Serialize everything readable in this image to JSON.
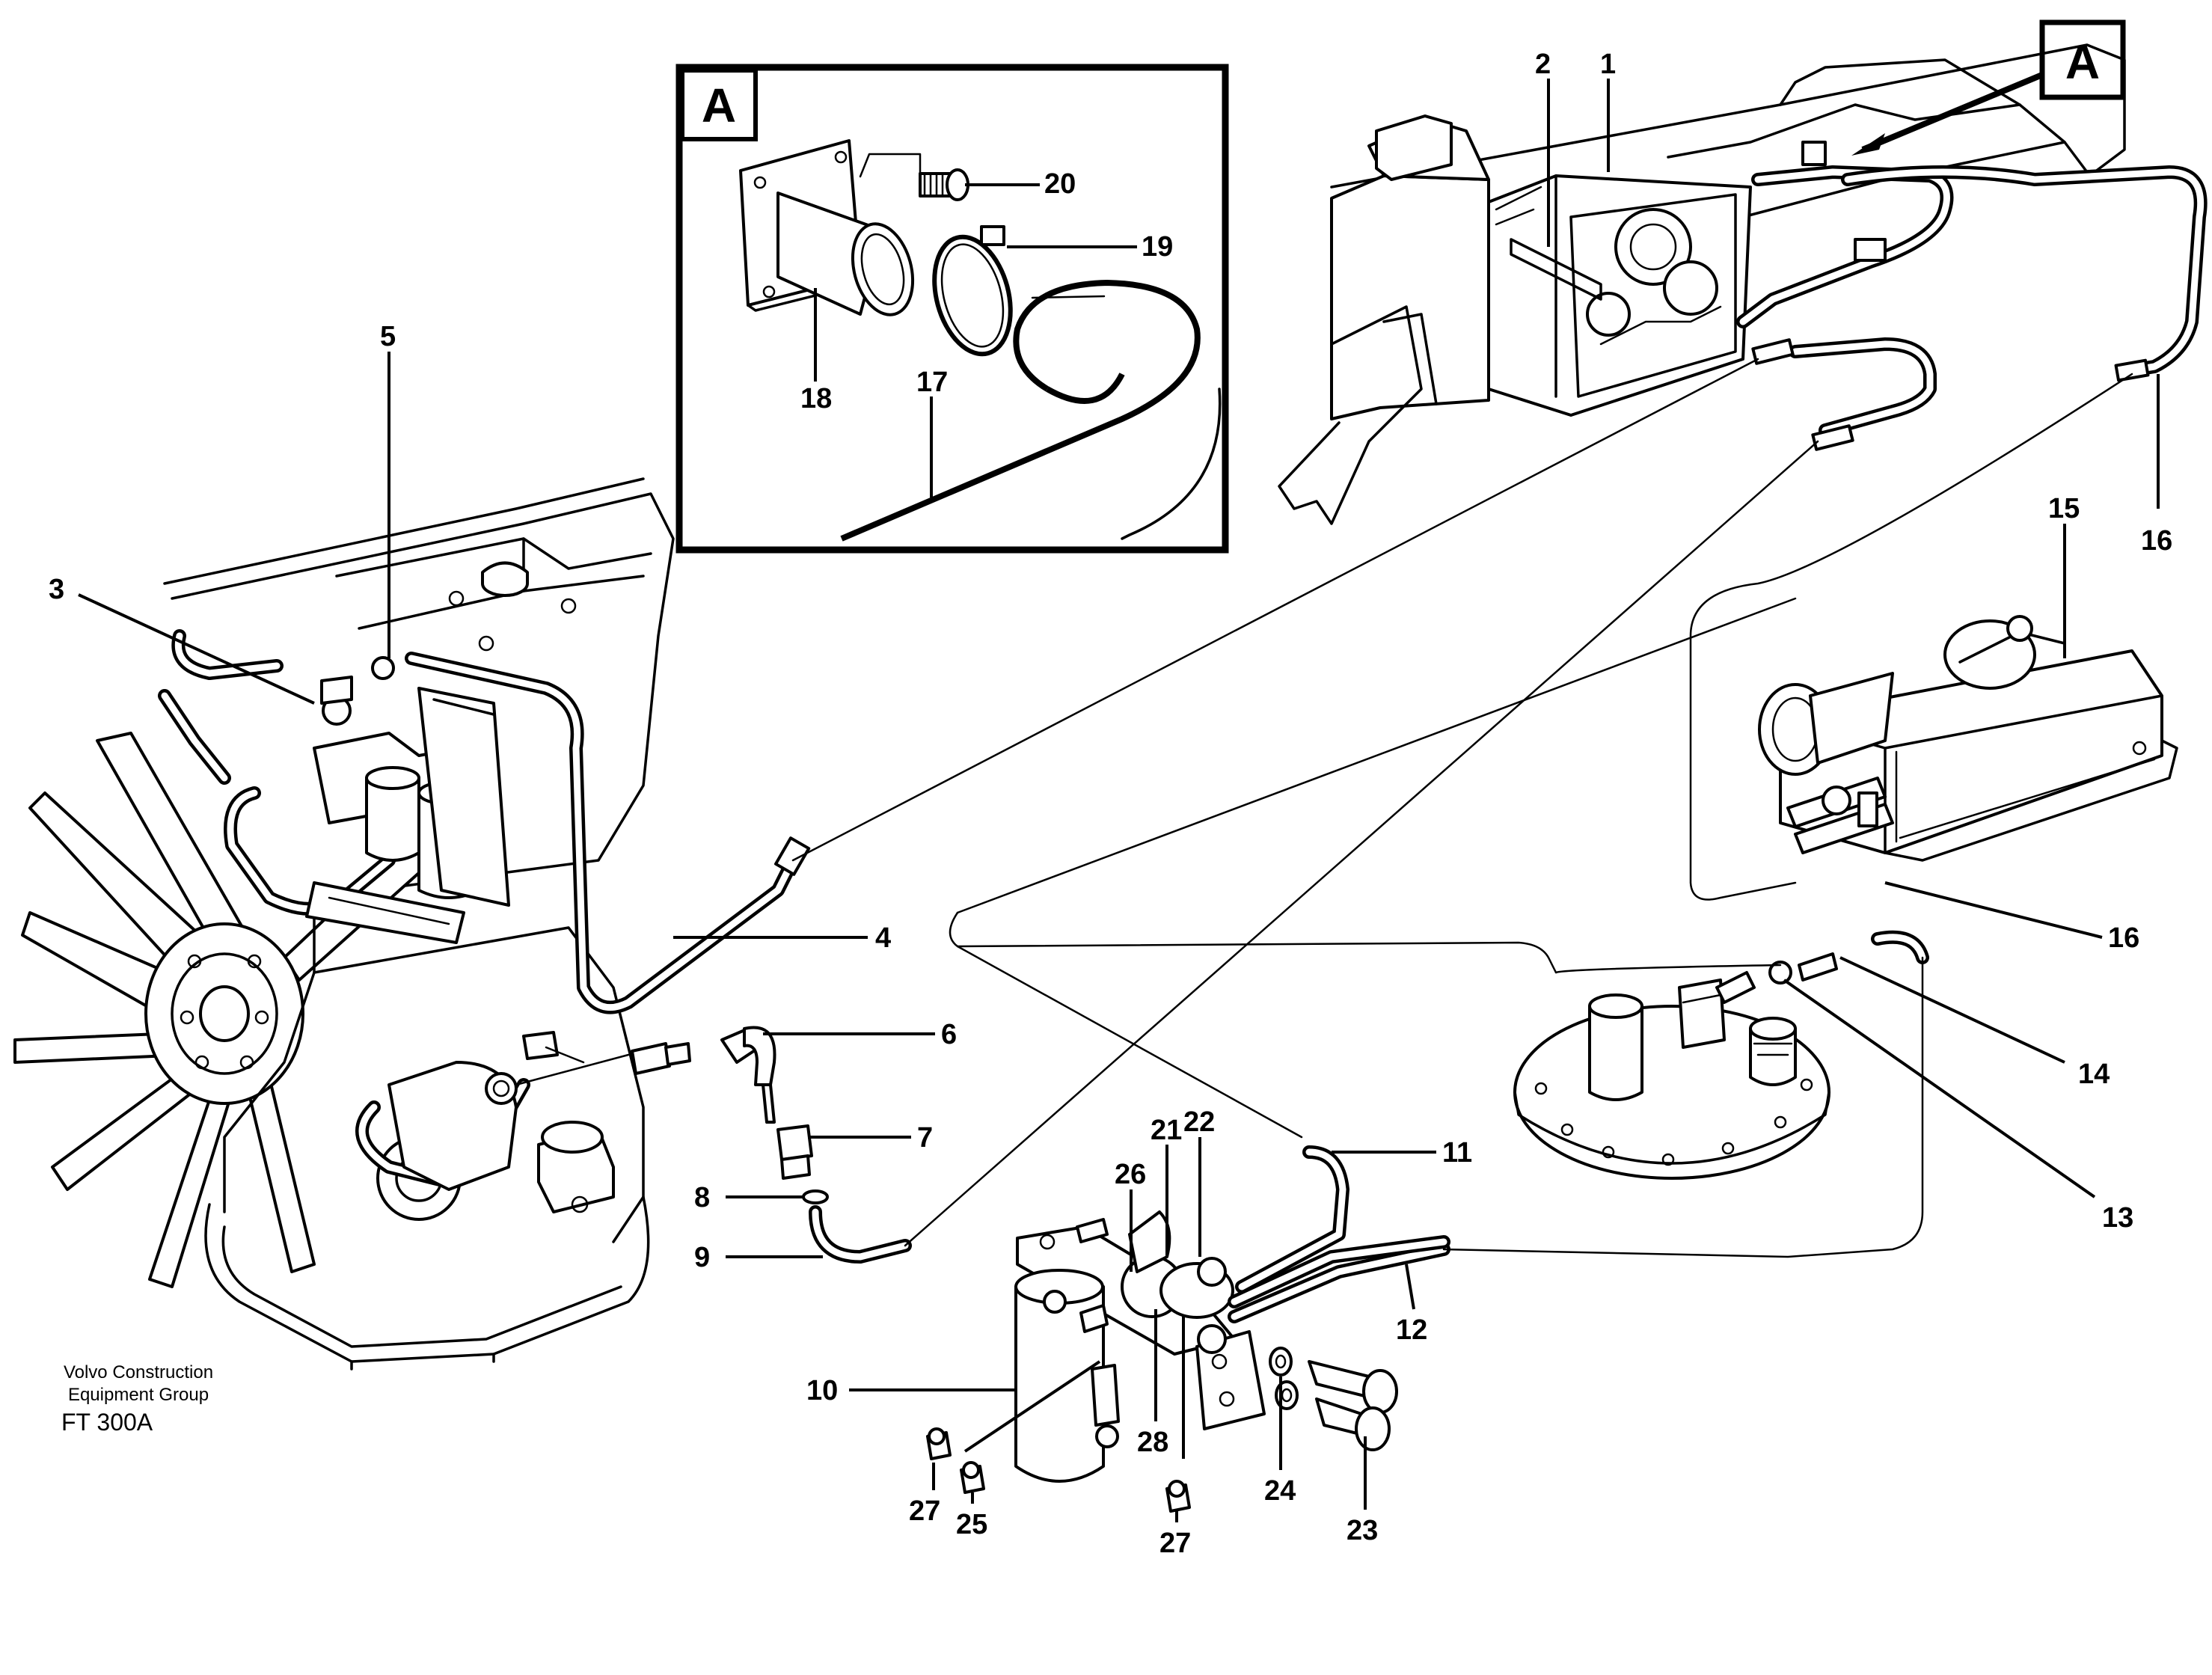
{
  "diagram": {
    "view_label": "A",
    "detail_label": "A",
    "callouts": {
      "c1": "1",
      "c2": "2",
      "c3": "3",
      "c4": "4",
      "c5": "5",
      "c6": "6",
      "c7": "7",
      "c8": "8",
      "c9": "9",
      "c10": "10",
      "c11": "11",
      "c12": "12",
      "c13": "13",
      "c14": "14",
      "c15": "15",
      "c16a": "16",
      "c16b": "16",
      "c17": "17",
      "c18": "18",
      "c19": "19",
      "c20": "20",
      "c21": "21",
      "c22": "22",
      "c23": "23",
      "c24": "24",
      "c25": "25",
      "c26": "26",
      "c27a": "27",
      "c27b": "27",
      "c28": "28"
    },
    "credit": {
      "line1": "Volvo Construction",
      "line2": "Equipment Group",
      "code": "FT 300A"
    }
  }
}
